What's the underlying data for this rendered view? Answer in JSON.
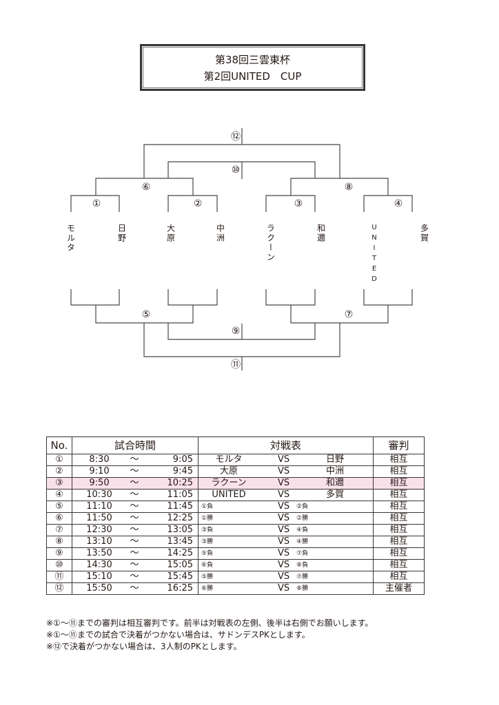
{
  "title": {
    "line1": "第38回三雲東杯",
    "line2": "第2回UNITED　CUP"
  },
  "bracket": {
    "match_labels": [
      "①",
      "②",
      "③",
      "④",
      "⑤",
      "⑥",
      "⑦",
      "⑧",
      "⑨",
      "⑩",
      "⑪",
      "⑫"
    ],
    "teams": [
      "モルタ",
      "日野",
      "大原",
      "中洲",
      "ラクーン",
      "和邇",
      "UNITED",
      "多賀"
    ]
  },
  "table": {
    "headers": {
      "no": "No.",
      "time": "試合時間",
      "match": "対戦表",
      "referee": "審判"
    },
    "rows": [
      {
        "no": "①",
        "start": "8:30",
        "sep": "～",
        "end": "9:05",
        "team1": "モルタ",
        "vs": "VS",
        "team2": "日野",
        "referee": "相互"
      },
      {
        "no": "②",
        "start": "9:10",
        "sep": "～",
        "end": "9:45",
        "team1": "大原",
        "vs": "VS",
        "team2": "中洲",
        "referee": "相互"
      },
      {
        "no": "③",
        "start": "9:50",
        "sep": "～",
        "end": "10:25",
        "team1": "ラクーン",
        "vs": "VS",
        "team2": "和邇",
        "referee": "相互"
      },
      {
        "no": "④",
        "start": "10:30",
        "sep": "～",
        "end": "11:05",
        "team1": "UNITED",
        "vs": "VS",
        "team2": "多賀",
        "referee": "相互"
      },
      {
        "no": "⑤",
        "start": "11:10",
        "sep": "～",
        "end": "11:45",
        "team1": "①負",
        "vs": "VS",
        "team2": "②負",
        "referee": "相互"
      },
      {
        "no": "⑥",
        "start": "11:50",
        "sep": "～",
        "end": "12:25",
        "team1": "①勝",
        "vs": "VS",
        "team2": "②勝",
        "referee": "相互"
      },
      {
        "no": "⑦",
        "start": "12:30",
        "sep": "～",
        "end": "13:05",
        "team1": "③負",
        "vs": "VS",
        "team2": "④負",
        "referee": "相互"
      },
      {
        "no": "⑧",
        "start": "13:10",
        "sep": "～",
        "end": "13:45",
        "team1": "③勝",
        "vs": "VS",
        "team2": "④勝",
        "referee": "相互"
      },
      {
        "no": "⑨",
        "start": "13:50",
        "sep": "～",
        "end": "14:25",
        "team1": "⑤負",
        "vs": "VS",
        "team2": "⑦負",
        "referee": "相互"
      },
      {
        "no": "⑩",
        "start": "14:30",
        "sep": "～",
        "end": "15:05",
        "team1": "⑥負",
        "vs": "VS",
        "team2": "⑧負",
        "referee": "相互"
      },
      {
        "no": "⑪",
        "start": "15:10",
        "sep": "～",
        "end": "15:45",
        "team1": "⑤勝",
        "vs": "VS",
        "team2": "⑦勝",
        "referee": "相互"
      },
      {
        "no": "⑫",
        "start": "15:50",
        "sep": "～",
        "end": "16:25",
        "team1": "⑥勝",
        "vs": "VS",
        "team2": "⑧勝",
        "referee": "主催者"
      }
    ],
    "highlight_row": 2,
    "highlight_color": "#f9e1ea"
  },
  "notes": [
    "※①～⑪までの審判は相互審判です。前半は対戦表の左側、後半は右側でお願いします。",
    "※①～⑪までの試合で決着がつかない場合は、サドンデスPKとします。",
    "※⑫で決着がつかない場合は、3人制のPKとします。"
  ]
}
